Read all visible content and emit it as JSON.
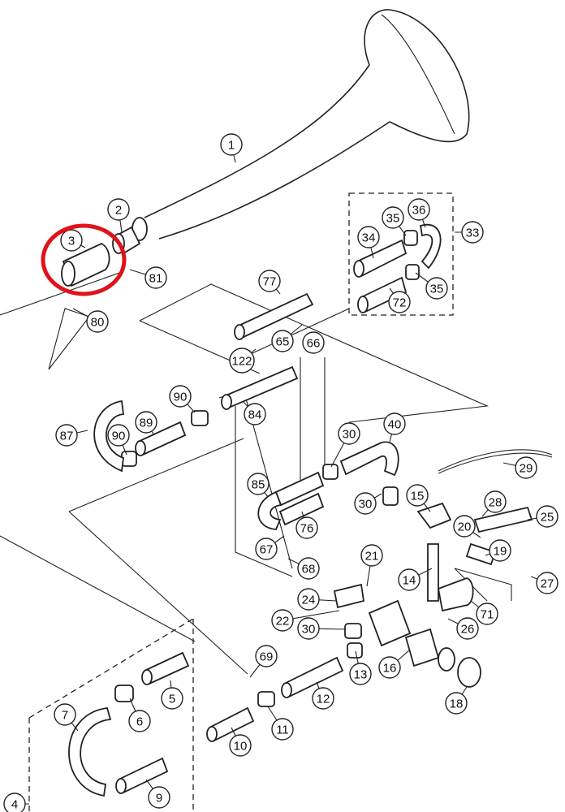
{
  "diagram": {
    "labels": [
      {
        "id": "1",
        "text": "1"
      },
      {
        "id": "2",
        "text": "2"
      },
      {
        "id": "3",
        "text": "3"
      },
      {
        "id": "4",
        "text": "4"
      },
      {
        "id": "5",
        "text": "5"
      },
      {
        "id": "6",
        "text": "6"
      },
      {
        "id": "7",
        "text": "7"
      },
      {
        "id": "9",
        "text": "9"
      },
      {
        "id": "10",
        "text": "10"
      },
      {
        "id": "11",
        "text": "11"
      },
      {
        "id": "12",
        "text": "12"
      },
      {
        "id": "13",
        "text": "13"
      },
      {
        "id": "14",
        "text": "14"
      },
      {
        "id": "15",
        "text": "15"
      },
      {
        "id": "16",
        "text": "16"
      },
      {
        "id": "18",
        "text": "18"
      },
      {
        "id": "19",
        "text": "19"
      },
      {
        "id": "20",
        "text": "20"
      },
      {
        "id": "21",
        "text": "21"
      },
      {
        "id": "22",
        "text": "22"
      },
      {
        "id": "24",
        "text": "24"
      },
      {
        "id": "25",
        "text": "25"
      },
      {
        "id": "26",
        "text": "26"
      },
      {
        "id": "27",
        "text": "27"
      },
      {
        "id": "28",
        "text": "28"
      },
      {
        "id": "29",
        "text": "29"
      },
      {
        "id": "30a",
        "text": "30"
      },
      {
        "id": "30b",
        "text": "30"
      },
      {
        "id": "30c",
        "text": "30"
      },
      {
        "id": "33",
        "text": "33"
      },
      {
        "id": "34",
        "text": "34"
      },
      {
        "id": "35a",
        "text": "35"
      },
      {
        "id": "35b",
        "text": "35"
      },
      {
        "id": "36",
        "text": "36"
      },
      {
        "id": "40",
        "text": "40"
      },
      {
        "id": "65",
        "text": "65"
      },
      {
        "id": "66",
        "text": "66"
      },
      {
        "id": "67",
        "text": "67"
      },
      {
        "id": "68",
        "text": "68"
      },
      {
        "id": "69",
        "text": "69"
      },
      {
        "id": "71",
        "text": "71"
      },
      {
        "id": "72",
        "text": "72"
      },
      {
        "id": "76",
        "text": "76"
      },
      {
        "id": "77",
        "text": "77"
      },
      {
        "id": "80",
        "text": "80"
      },
      {
        "id": "81",
        "text": "81"
      },
      {
        "id": "84",
        "text": "84"
      },
      {
        "id": "85",
        "text": "85"
      },
      {
        "id": "87",
        "text": "87"
      },
      {
        "id": "89",
        "text": "89"
      },
      {
        "id": "90a",
        "text": "90"
      },
      {
        "id": "90b",
        "text": "90"
      },
      {
        "id": "122",
        "text": "122"
      }
    ],
    "highlight": {
      "target": "3",
      "color": "#e0121a"
    }
  }
}
